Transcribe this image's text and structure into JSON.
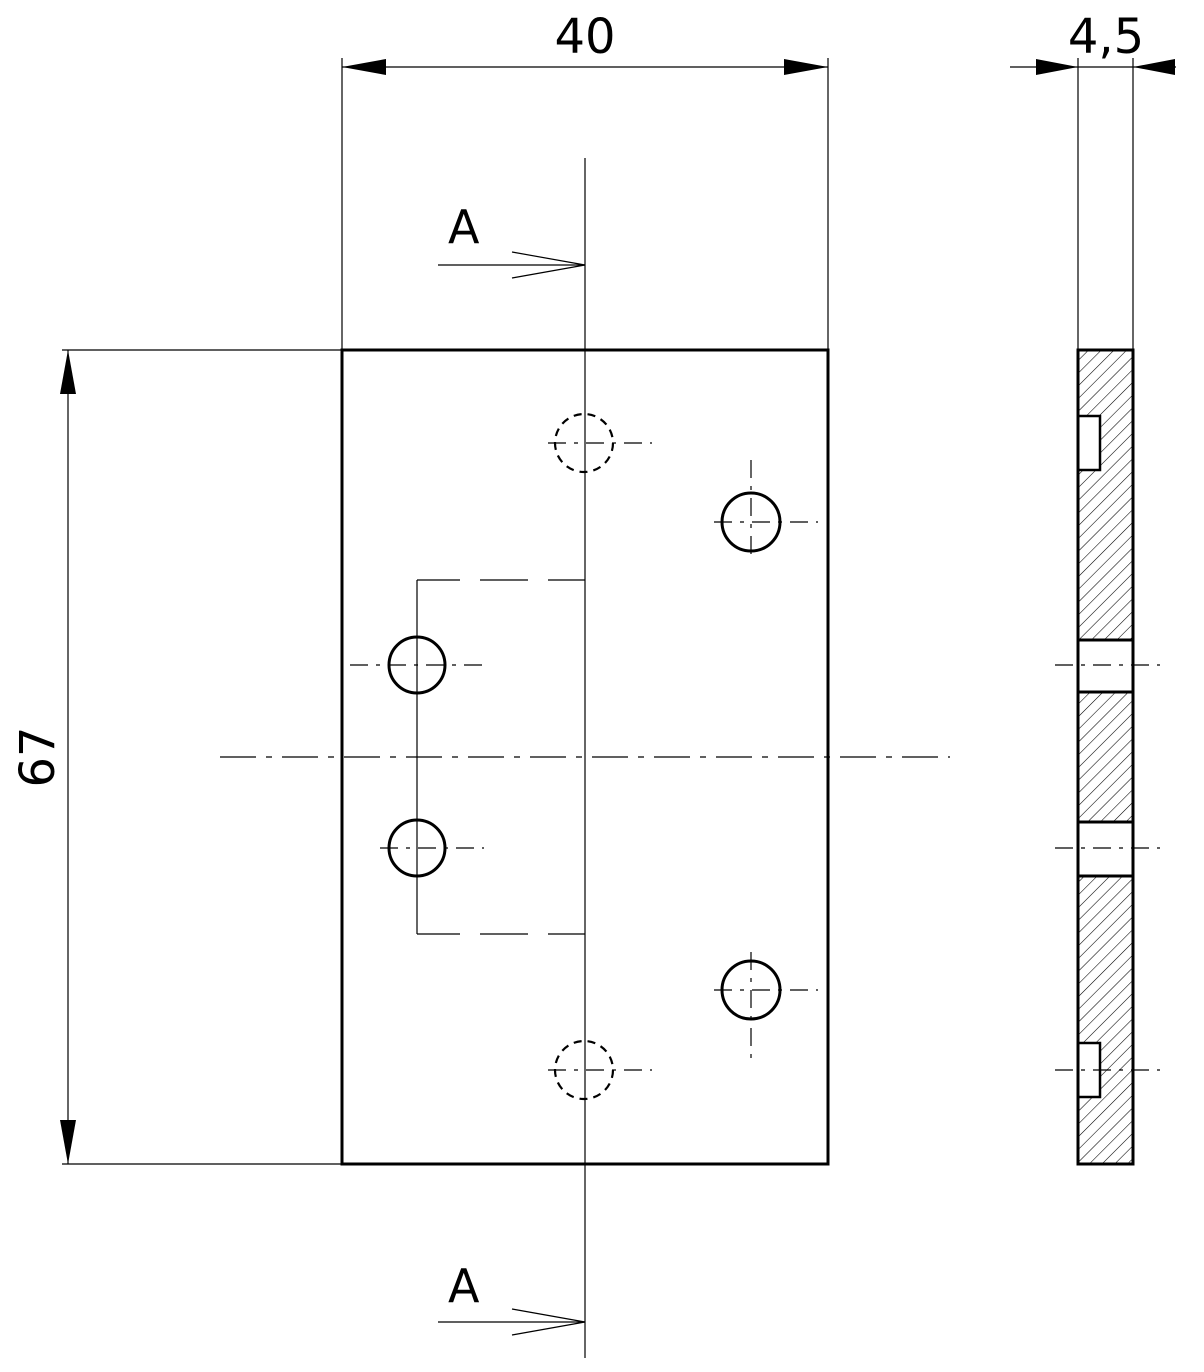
{
  "drawing": {
    "dimensions": {
      "width": "40",
      "height": "67",
      "thickness": "4,5"
    },
    "section": {
      "top_label": "A",
      "bottom_label": "A"
    }
  }
}
